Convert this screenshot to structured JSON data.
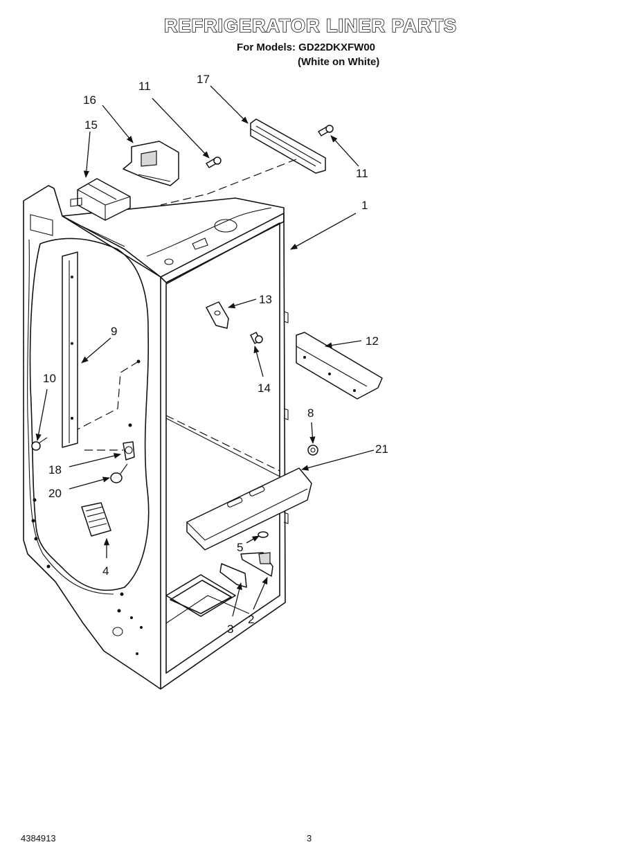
{
  "header": {
    "title": "REFRIGERATOR LINER PARTS",
    "models_line": "For Models: GD22DKXFW00",
    "color_line": "(White on White)"
  },
  "callouts": [
    "11",
    "17",
    "16",
    "15",
    "11",
    "1",
    "13",
    "12",
    "9",
    "14",
    "10",
    "8",
    "21",
    "18",
    "20",
    "5",
    "4",
    "3",
    "2"
  ],
  "footer": {
    "doc_number": "4384913",
    "page_number": "3"
  }
}
